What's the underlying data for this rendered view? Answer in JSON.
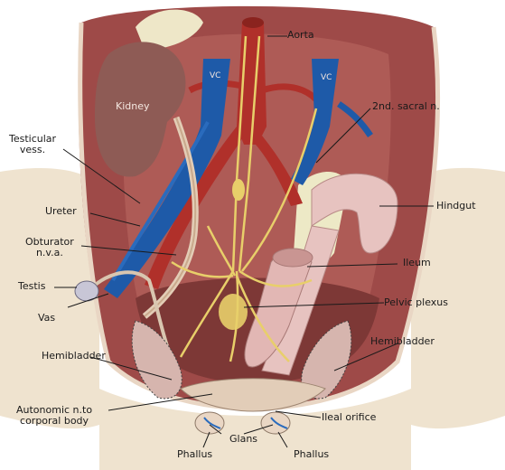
{
  "labels": {
    "aorta": "Aorta",
    "vc_left": "VC",
    "vc_right": "VC",
    "kidney": "Kidney",
    "second_sacral": "2nd. sacral n.",
    "testicular_1": "Testicular",
    "testicular_2": "vess.",
    "hindgut": "Hindgut",
    "ureter": "Ureter",
    "obturator_1": "Obturator",
    "obturator_2": "n.v.a.",
    "ileum": "Ileum",
    "testis": "Testis",
    "pelvic_plexus": "Pelvic plexus",
    "vas": "Vas",
    "hemibladder_left": "Hemibladder",
    "hemibladder_right": "Hemibladder",
    "autonomic_1": "Autonomic n.to",
    "autonomic_2": "corporal body",
    "ileal_orifice": "Ileal orifice",
    "glans": "Glans",
    "phallus_left": "Phallus",
    "phallus_right": "Phallus"
  },
  "colors": {
    "background": "#ffffff",
    "skin": "#efe3cf",
    "muscle": "#9e4a48",
    "muscle_light": "#c98680",
    "kidney": "#8e5b55",
    "artery": "#b0302a",
    "vein": "#1e5aa8",
    "nerve": "#e8cf6a",
    "bowel": "#e7c3c0",
    "fat": "#ede9c6",
    "leader": "#1a1a1a"
  }
}
